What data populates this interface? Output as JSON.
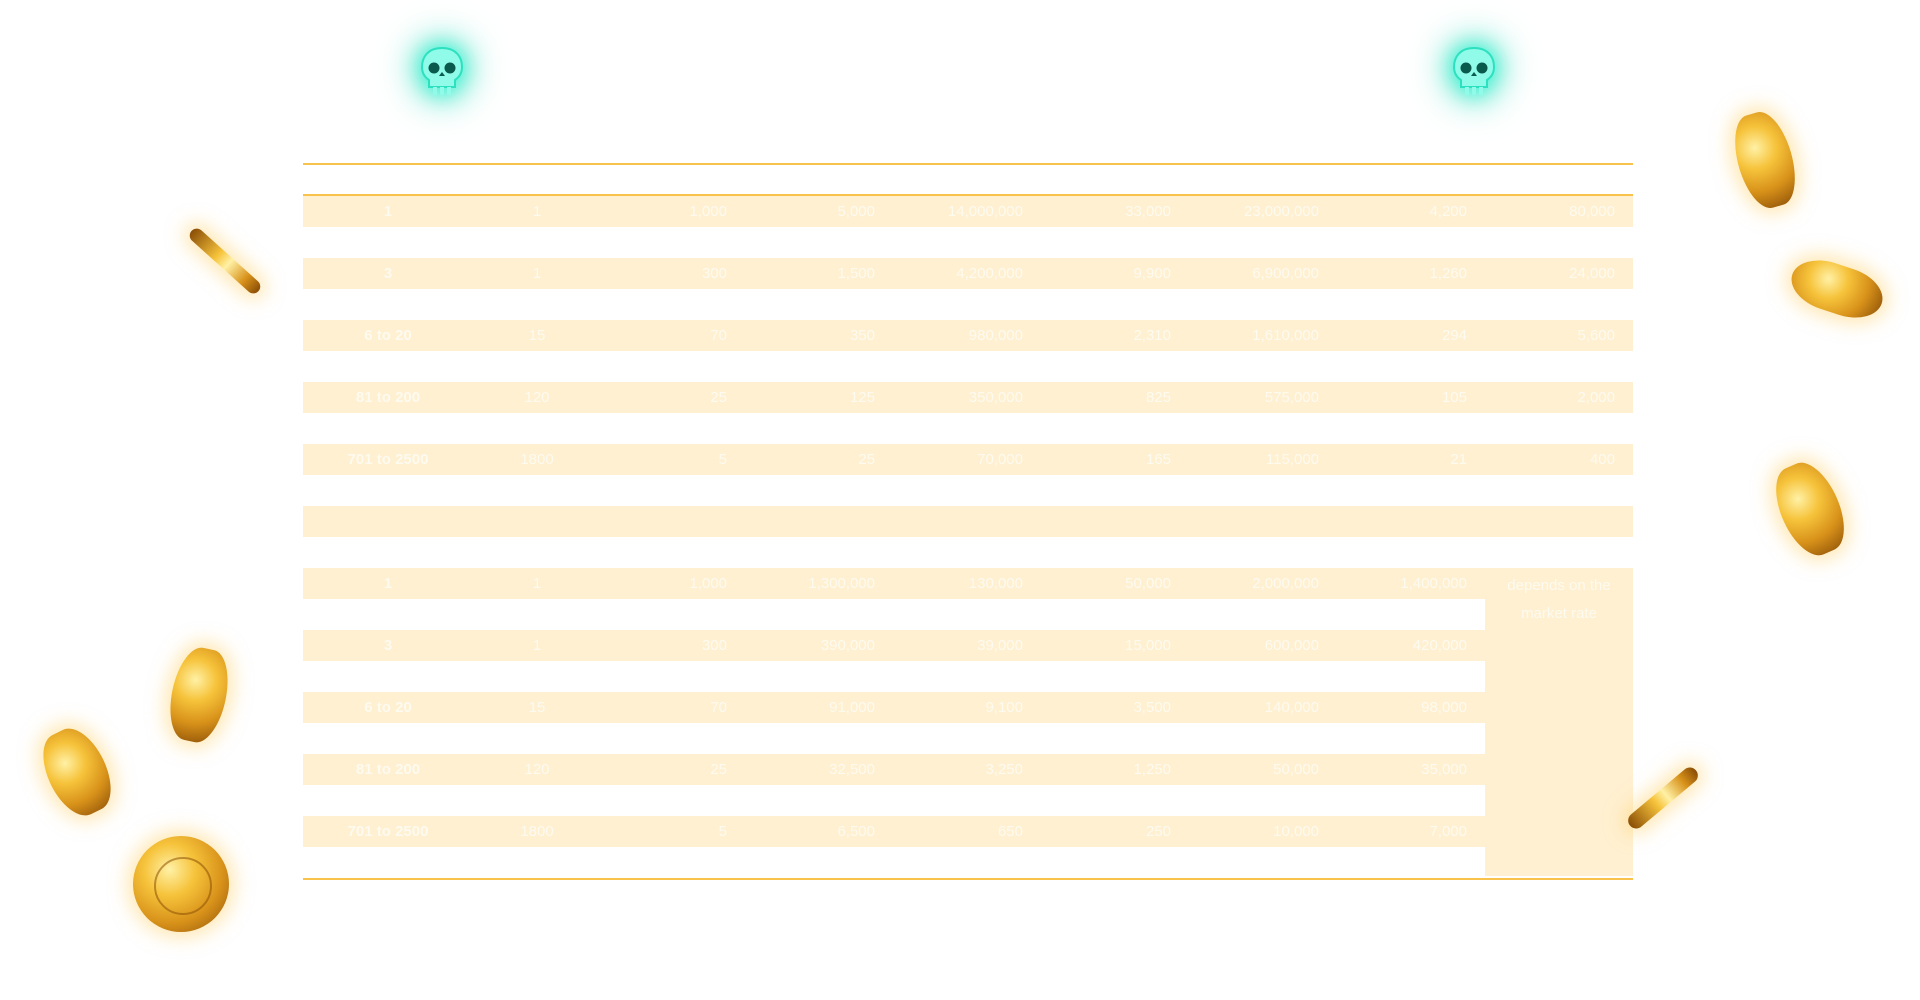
{
  "top_table": {
    "rows": [
      [
        "1",
        "1",
        "1,000",
        "5,000",
        "14,000,000",
        "33,000",
        "23,000,000",
        "4,200",
        "80,000"
      ],
      [
        "3",
        "1",
        "300",
        "1,500",
        "4,200,000",
        "9,900",
        "6,900,000",
        "1,260",
        "24,000"
      ],
      [
        "6 to 20",
        "15",
        "70",
        "350",
        "980,000",
        "2,310",
        "1,610,000",
        "294",
        "5,600"
      ],
      [
        "81 to 200",
        "120",
        "25",
        "125",
        "350,000",
        "825",
        "575,000",
        "105",
        "2,000"
      ],
      [
        "701 to 2500",
        "1800",
        "5",
        "25",
        "70,000",
        "165",
        "115,000",
        "21",
        "400"
      ]
    ]
  },
  "bottom_table": {
    "rows": [
      [
        "1",
        "1",
        "1,000",
        "1,300,000",
        "130,000",
        "50,000",
        "2,000,000",
        "1,400,000"
      ],
      [
        "3",
        "1",
        "300",
        "390,000",
        "39,000",
        "15,000",
        "600,000",
        "420,000"
      ],
      [
        "6 to 20",
        "15",
        "70",
        "91,000",
        "9,100",
        "3,500",
        "140,000",
        "98,000"
      ],
      [
        "81 to 200",
        "120",
        "25",
        "32,500",
        "3,250",
        "1,250",
        "50,000",
        "35,000"
      ],
      [
        "701 to 2500",
        "1800",
        "5",
        "6,500",
        "650",
        "250",
        "10,000",
        "7,000"
      ]
    ],
    "merged_note": "depends on the market rate"
  },
  "decor": {
    "skull_color": "#3ff7d6",
    "accent_rule_color": "#f9c24b",
    "row_shade_color": "#fff0d1",
    "coin_icon": "gold-coin-icon"
  }
}
